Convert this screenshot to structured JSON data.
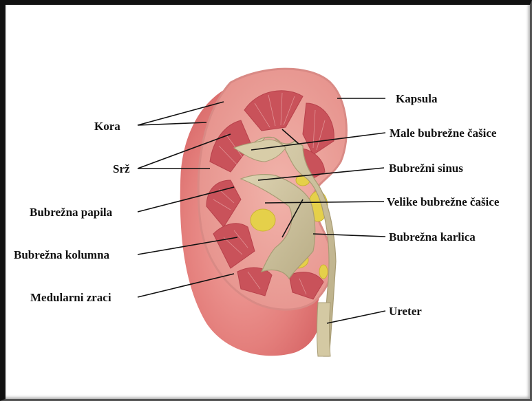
{
  "colors": {
    "cortex": "#e8a09a",
    "capsule": "#f0b7b0",
    "medulla": "#c84f55",
    "sinus_fat": "#e2cf46",
    "pelvis": "#cbbf9a",
    "outer": "#e88a86"
  },
  "labels": {
    "kora": "Kora",
    "srz": "Srž",
    "papila": "Bubrežna papila",
    "kolumna": "Bubrežna kolumna",
    "zraci": "Medularni zraci",
    "kapsula": "Kapsula",
    "male": "Male bubrežne čašice",
    "sinus": "Bubrežni sinus",
    "velike": "Velike bubrežne čašice",
    "karlica": "Bubrežna karlica",
    "ureter": "Ureter"
  }
}
